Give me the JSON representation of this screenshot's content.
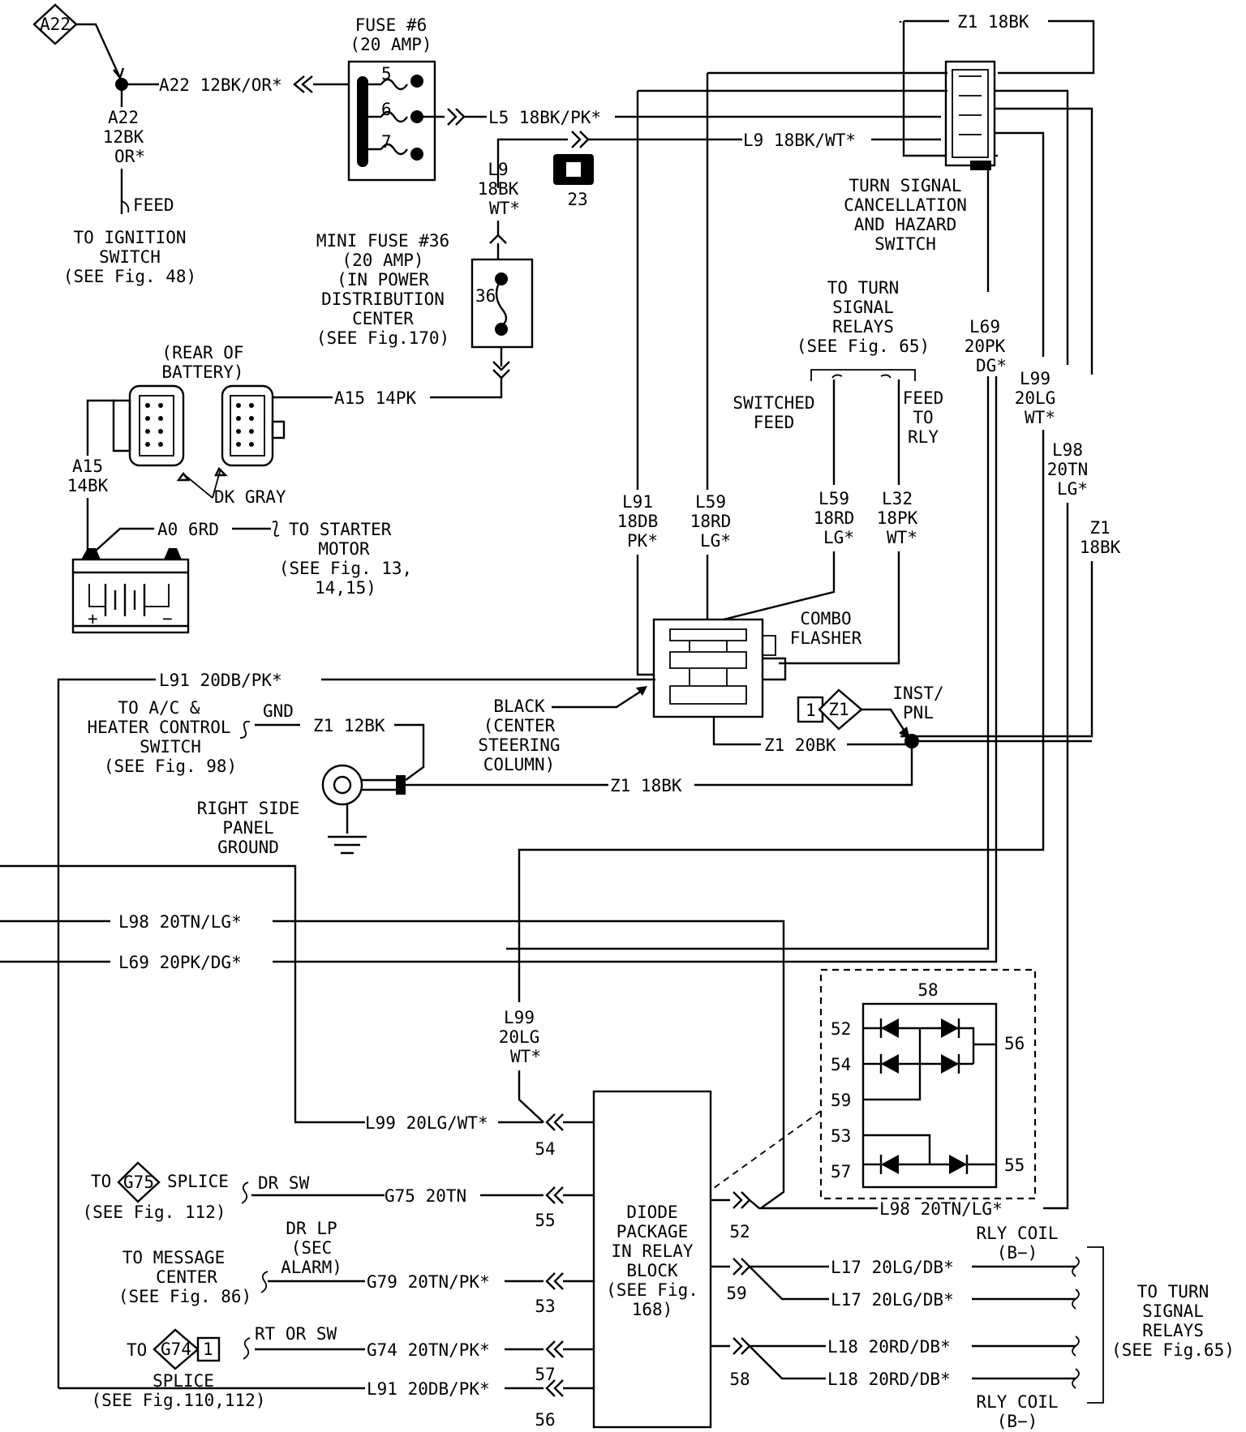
{
  "fuse6": {
    "title": "FUSE #6",
    "rating": "(20 AMP)",
    "pins": [
      "5",
      "6",
      "7"
    ]
  },
  "a22": {
    "badge": "A22",
    "wire": "A22 12BK/OR*",
    "vert1": "A22",
    "vert2": "12BK",
    "vert3": "OR*",
    "feed": "FEED",
    "to_ign": [
      "TO IGNITION",
      "SWITCH",
      "(SEE Fig. 48)"
    ]
  },
  "l5": {
    "wire": "L5 18BK/PK*"
  },
  "l9": {
    "wire": "L9 18BK/WT*",
    "v1": "L9",
    "v2": "18BK",
    "v3": "WT*",
    "conn": "23"
  },
  "minifuse": {
    "lines": [
      "MINI FUSE #36",
      "(20 AMP)",
      "(IN POWER",
      "DISTRIBUTION",
      "CENTER",
      "(SEE Fig.170)"
    ],
    "pin": "36"
  },
  "battery": {
    "rear": [
      "(REAR OF",
      "BATTERY)"
    ],
    "a15": "A15 14PK",
    "a15v": [
      "A15",
      "14BK"
    ],
    "dkgray": "DK GRAY",
    "a0": "A0 6RD",
    "starter": [
      "TO STARTER",
      "MOTOR",
      "(SEE Fig. 13,",
      "14,15)"
    ],
    "plus": "+",
    "minus": "−"
  },
  "tsc": {
    "z1": "Z1 18BK",
    "lines": [
      "TURN SIGNAL",
      "CANCELLATION",
      "AND HAZARD",
      "SWITCH"
    ]
  },
  "relays_top": {
    "lines": [
      "TO TURN",
      "SIGNAL",
      "RELAYS",
      "(SEE Fig. 65)"
    ],
    "switched": [
      "SWITCHED",
      "FEED"
    ],
    "feedrly": [
      "FEED",
      "TO",
      "RLY"
    ]
  },
  "verticals": {
    "l91": [
      "L91",
      "18DB",
      "PK*"
    ],
    "l59a": [
      "L59",
      "18RD",
      "LG*"
    ],
    "l59b": [
      "L59",
      "18RD",
      "LG*"
    ],
    "l32": [
      "L32",
      "18PK",
      "WT*"
    ],
    "l69": [
      "L69",
      "20PK",
      "DG*"
    ],
    "l99": [
      "L99",
      "20LG",
      "WT*"
    ],
    "l98": [
      "L98",
      "20TN",
      "LG*"
    ],
    "z1": [
      "Z1",
      "18BK"
    ],
    "l99b": [
      "L99",
      "20LG",
      "WT*"
    ]
  },
  "flasher": {
    "label": [
      "COMBO",
      "FLASHER"
    ],
    "black": [
      "BLACK",
      "(CENTER",
      "STEERING",
      "COLUMN)"
    ]
  },
  "ground": {
    "l91wire": "L91 20DB/PK*",
    "ac": [
      "TO A/C &",
      "HEATER CONTROL",
      "SWITCH",
      "(SEE Fig. 98)"
    ],
    "gnd": "GND",
    "z1_12": "Z1 12BK",
    "z1_20": "Z1 20BK",
    "z1_18": "Z1 18BK",
    "rsp": [
      "RIGHT SIDE",
      "PANEL",
      "GROUND"
    ],
    "inst": [
      "INST/",
      "PNL"
    ],
    "z1badge": "Z1",
    "z1num": "1"
  },
  "left_wires": {
    "l98": "L98 20TN/LG*",
    "l69": "L69 20PK/DG*"
  },
  "diode": {
    "top": "58",
    "left": [
      "52",
      "54",
      "59",
      "53",
      "57"
    ],
    "right1": "56",
    "right2": "55",
    "label": [
      "DIODE",
      "PACKAGE",
      "IN RELAY",
      "BLOCK",
      "(SEE Fig.",
      "168)"
    ]
  },
  "block_in": [
    {
      "wire": "L99 20LG/WT*",
      "pin": "54"
    },
    {
      "wire": "G75 20TN",
      "pin": "55"
    },
    {
      "wire": "G79 20TN/PK*",
      "pin": "53"
    },
    {
      "wire": "G74 20TN/PK*",
      "pin": "57"
    },
    {
      "wire": "L91 20DB/PK*",
      "pin": "56"
    }
  ],
  "block_out": {
    "l98": "L98 20TN/LG*",
    "p52": "52",
    "p59": "59",
    "p58": "58",
    "l17a": "L17 20LG/DB*",
    "l17b": "L17 20LG/DB*",
    "l18a": "L18 20RD/DB*",
    "l18b": "L18 20RD/DB*",
    "rlycoil": "RLY COIL",
    "bneg": "(B−)"
  },
  "splices": {
    "g75": {
      "to": "TO",
      "badge": "G75",
      "splice": "SPLICE",
      "see": "(SEE Fig. 112)",
      "sw": "DR SW"
    },
    "msg": {
      "lines": [
        "TO MESSAGE",
        "CENTER",
        "(SEE Fig. 86)"
      ],
      "drlp": [
        "DR LP",
        "(SEC",
        "ALARM)"
      ]
    },
    "g74": {
      "to": "TO",
      "badge": "G74",
      "num": "1",
      "splice": "SPLICE",
      "see": "(SEE Fig.110,112)",
      "sw": "RT OR SW"
    }
  },
  "relays_bottom": {
    "lines": [
      "TO TURN",
      "SIGNAL",
      "RELAYS",
      "(SEE Fig.65)"
    ]
  }
}
